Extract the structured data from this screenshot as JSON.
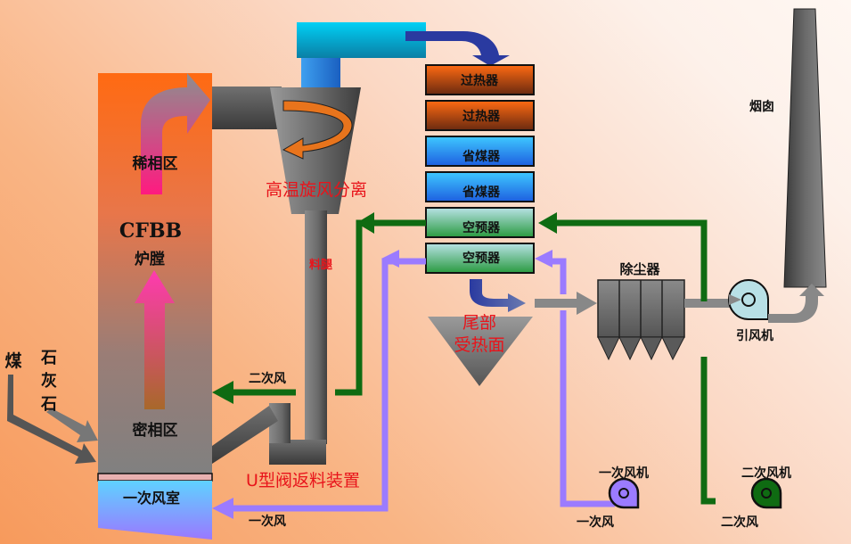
{
  "diagram": {
    "title_label": "CFBB",
    "furnace_label": "炉膛",
    "zones": {
      "dilute_phase": "稀相区",
      "dense_phase": "密相区",
      "windbox": "一次风室"
    },
    "feeds": {
      "coal": "煤",
      "limestone_1": "石",
      "limestone_2": "灰",
      "limestone_3": "石"
    },
    "cyclone_label": "高温旋风分离",
    "standpipe_label": "料腿",
    "u_valve_label": "U型阀返料装置",
    "secondary_air_inlet": "二次风",
    "primary_air_inlet": "一次风",
    "heat_exchangers": [
      {
        "label": "过热器",
        "type": "superheater"
      },
      {
        "label": "过热器",
        "type": "superheater"
      },
      {
        "label": "省煤器",
        "type": "economizer"
      },
      {
        "label": "省煤器",
        "type": "economizer"
      },
      {
        "label": "空预器",
        "type": "air-preheater"
      },
      {
        "label": "空预器",
        "type": "air-preheater"
      }
    ],
    "tail_heating_label_1": "尾部",
    "tail_heating_label_2": "受热面",
    "dust_collector_label": "除尘器",
    "id_fan_label": "引风机",
    "chimney_label": "烟囱",
    "primary_fan_label": "一次风机",
    "primary_fan_air_label": "一次风",
    "secondary_fan_label": "二次风机",
    "secondary_fan_air_label": "二次风"
  },
  "colors": {
    "primary_air": "#9b7bff",
    "secondary_air": "#0f6b12",
    "flue_duct": "#00c4ee",
    "gas_arrow": "#2a3aa0",
    "label_red": "#e8141b"
  }
}
